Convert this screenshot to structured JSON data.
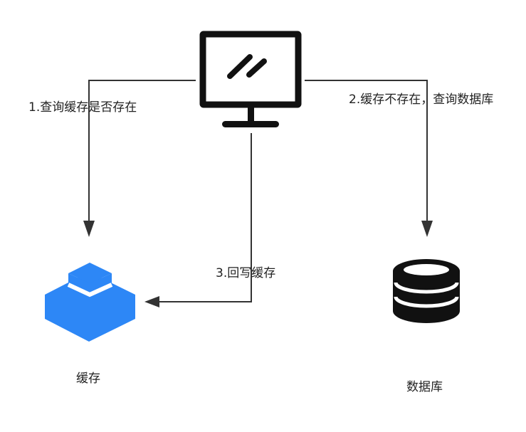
{
  "nodes": {
    "client": {
      "icon": "computer-monitor-icon"
    },
    "cache": {
      "label": "缓存",
      "icon": "cache-cube-icon",
      "color": "#2d87f6"
    },
    "database": {
      "label": "数据库",
      "icon": "database-cylinder-icon"
    }
  },
  "edges": [
    {
      "from": "client",
      "to": "cache",
      "label": "1.查询缓存是否存在"
    },
    {
      "from": "client",
      "to": "database",
      "label": "2.缓存不存在，查询数据库"
    },
    {
      "from": "client",
      "to": "cache",
      "label": "3.回写缓存"
    }
  ],
  "colors": {
    "line": "#333333",
    "icon": "#111111",
    "accent": "#2d87f6"
  }
}
